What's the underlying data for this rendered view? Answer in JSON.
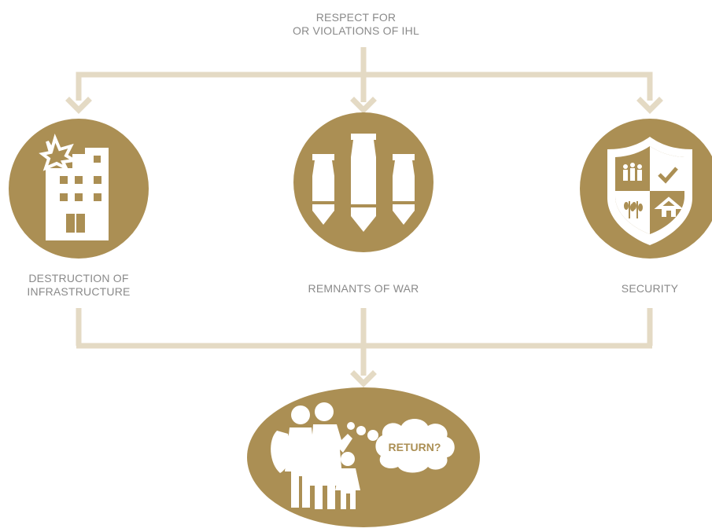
{
  "colors": {
    "circle": "#ab8f54",
    "connector": "#e4dac4",
    "icon": "#ffffff",
    "label": "#8a8a8a",
    "speech_text": "#ab8f54"
  },
  "top_label": {
    "line1": "RESPECT FOR",
    "line2": "OR VIOLATIONS OF IHL"
  },
  "nodes": [
    {
      "id": "infrastructure",
      "icon": "damaged-building-icon",
      "label_line1": "DESTRUCTION OF",
      "label_line2": "INFRASTRUCTURE"
    },
    {
      "id": "remnants",
      "icon": "bombs-icon",
      "label_line1": "REMNANTS OF WAR"
    },
    {
      "id": "security",
      "icon": "shield-icon",
      "label_line1": "SECURITY"
    }
  ],
  "outcome": {
    "icon": "family-icon",
    "thought_text": "RETURN?"
  }
}
